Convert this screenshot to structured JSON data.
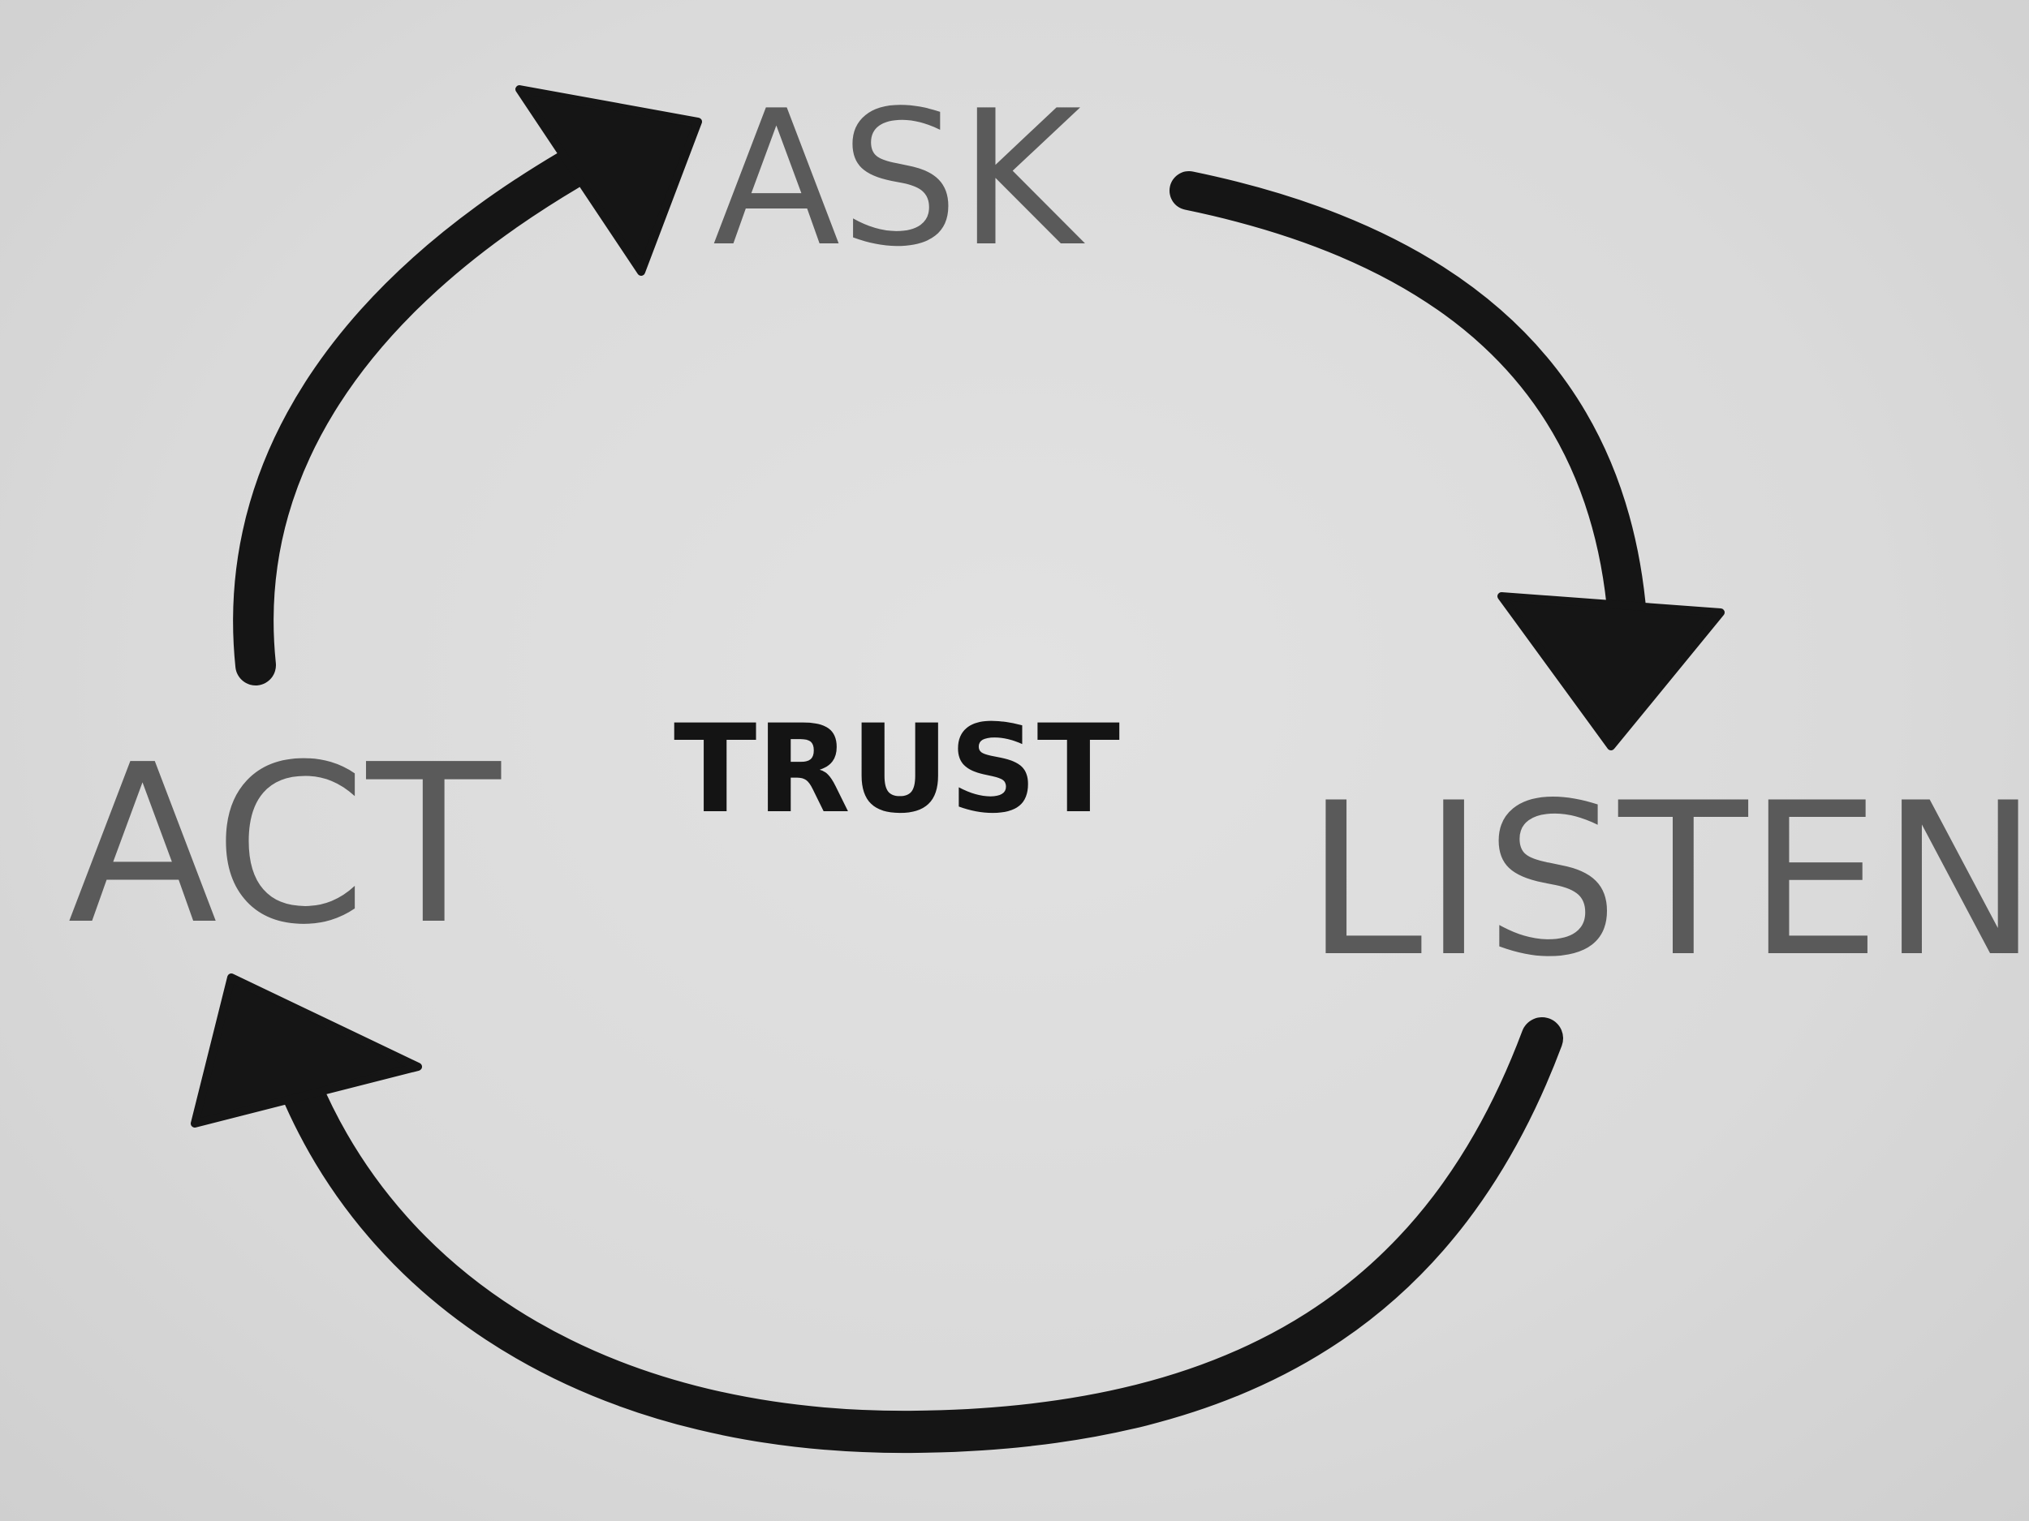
{
  "diagram": {
    "center": "TRUST",
    "nodes": [
      {
        "id": "ask",
        "label": "ASK"
      },
      {
        "id": "listen",
        "label": "LISTEN"
      },
      {
        "id": "act",
        "label": "ACT"
      }
    ],
    "edges": [
      {
        "from": "ask",
        "to": "listen"
      },
      {
        "from": "listen",
        "to": "act"
      },
      {
        "from": "act",
        "to": "ask"
      }
    ],
    "colors": {
      "ink": "#151515",
      "label": "#5a5a5a",
      "paper": "#dcdcdc"
    }
  }
}
